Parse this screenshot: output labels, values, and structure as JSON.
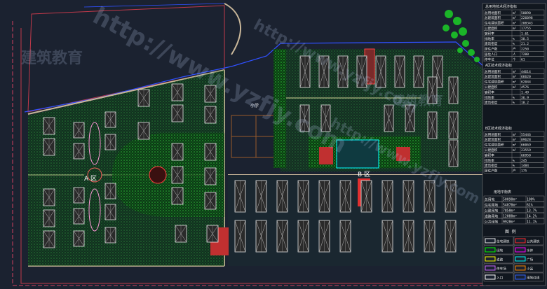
{
  "drawing": {
    "zone_labels": {
      "a": "A 区",
      "b": "B 区"
    },
    "central_plaza_label": "小学",
    "watermark": "http://www.yzfjy.com",
    "watermark_cn": "建筑教育"
  },
  "tables": {
    "total": {
      "title": "总用地技术经济指标",
      "rows": [
        [
          "总用地面积",
          "m²",
          "50090"
        ],
        [
          "总建筑面积",
          "m²",
          "226098"
        ],
        [
          "住宅建筑面积",
          "m²",
          "208343"
        ],
        [
          "公建面积",
          "m²",
          "17755"
        ],
        [
          "容积率",
          "",
          "1.61"
        ],
        [
          "绿地率",
          "%",
          "38.5"
        ],
        [
          "建筑密度",
          "%",
          "21.2"
        ],
        [
          "居住户数",
          "户",
          "2250"
        ],
        [
          "居住人口",
          "人",
          "7200"
        ],
        [
          "停车位",
          "个",
          "61"
        ]
      ]
    },
    "zone_a": {
      "title": "A区技术经济指标",
      "rows": [
        [
          "总用地面积",
          "m²",
          "44614"
        ],
        [
          "总建筑面积",
          "m²",
          "66620"
        ],
        [
          "住宅建筑面积",
          "m²",
          "62044"
        ],
        [
          "公建面积",
          "m²",
          "4576"
        ],
        [
          "容积率",
          "",
          "1.49"
        ],
        [
          "绿地率",
          "%",
          "36.9"
        ],
        [
          "建筑密度",
          "%",
          "18.2"
        ]
      ]
    },
    "zone_b": {
      "title": "B区技术经济指标",
      "rows": [
        [
          "总用地面积",
          "m²",
          "55446"
        ],
        [
          "总建筑面积",
          "m²",
          "89628"
        ],
        [
          "住宅建筑面积",
          "m²",
          "66069"
        ],
        [
          "公建面积",
          "m²",
          "23559"
        ],
        [
          "容积率",
          "",
          "66950"
        ],
        [
          "绿地率",
          "%",
          "245"
        ],
        [
          "建筑密度",
          "%",
          "1484"
        ],
        [
          "居住户数",
          "户",
          "175"
        ]
      ]
    },
    "landuse": {
      "title": "用地平衡表",
      "rows": [
        [
          "总用地",
          "50090m²",
          "100%"
        ],
        [
          "住宅用地",
          "54070m²",
          "61%"
        ],
        [
          "公建用地",
          "7850m²",
          "13.7%"
        ],
        [
          "道路用地",
          "12080m²",
          "14.2%"
        ],
        [
          "公共绿地",
          "9920m²",
          "11.1%"
        ]
      ]
    },
    "legend": {
      "title": "图  例",
      "items": [
        [
          "#e8e8e8",
          "住宅建筑"
        ],
        [
          "#ff2a2a",
          "公共建筑"
        ],
        [
          "#00ff00",
          "绿地"
        ],
        [
          "#ff00ff",
          "水体"
        ],
        [
          "#ffff00",
          "道路"
        ],
        [
          "#00ffff",
          "广场"
        ],
        [
          "#cc66ff",
          "停车场"
        ],
        [
          "#ff8800",
          "小品"
        ],
        [
          "#ffffff",
          "入口"
        ],
        [
          "#3366ff",
          "用地红线"
        ]
      ]
    }
  }
}
